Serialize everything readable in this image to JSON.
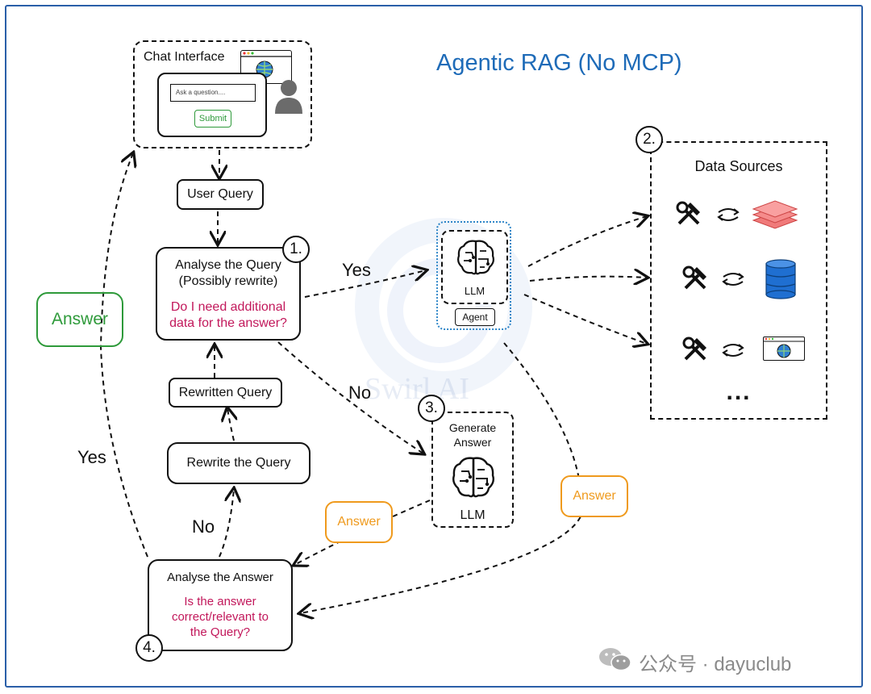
{
  "title": "Agentic RAG (No MCP)",
  "chat": {
    "label": "Chat Interface",
    "placeholder": "Ask a question....",
    "submit": "Submit"
  },
  "nodes": {
    "user_query": "User Query",
    "analyse_query": {
      "num": "1.",
      "line1": "Analyse the Query",
      "line2": "(Possibly rewrite)",
      "q1": "Do I need additional",
      "q2": "data for the answer?"
    },
    "rewritten_query": "Rewritten Query",
    "rewrite_query": "Rewrite the Query",
    "agent": {
      "llm": "LLM",
      "agent": "Agent"
    },
    "data_sources": {
      "num": "2.",
      "title": "Data Sources",
      "more": "..."
    },
    "generate": {
      "num": "3.",
      "line1": "Generate",
      "line2": "Answer",
      "llm": "LLM"
    },
    "analyse_answer": {
      "num": "4.",
      "title": "Analyse the Answer",
      "q1": "Is the answer",
      "q2": "correct/relevant to",
      "q3": "the Query?"
    }
  },
  "edges": {
    "yes_top": "Yes",
    "no_mid": "No",
    "no_left": "No",
    "yes_left": "Yes",
    "answer_green": "Answer",
    "answer_orange_1": "Answer",
    "answer_orange_2": "Answer"
  },
  "watermark": "Swirl AI",
  "footer": "公众号 · dayuclub",
  "colors": {
    "title": "#1e6bb8",
    "question": "#c2185b",
    "answer_green": "#2e9a3a",
    "answer_orange": "#ef9a1d",
    "agent_border": "#2f86c8"
  },
  "icons": [
    "browser-globe-icon",
    "user-icon",
    "brain-icon",
    "tools-icon",
    "sync-arrows-icon",
    "layers-stack-icon",
    "database-icon",
    "wechat-icon"
  ]
}
